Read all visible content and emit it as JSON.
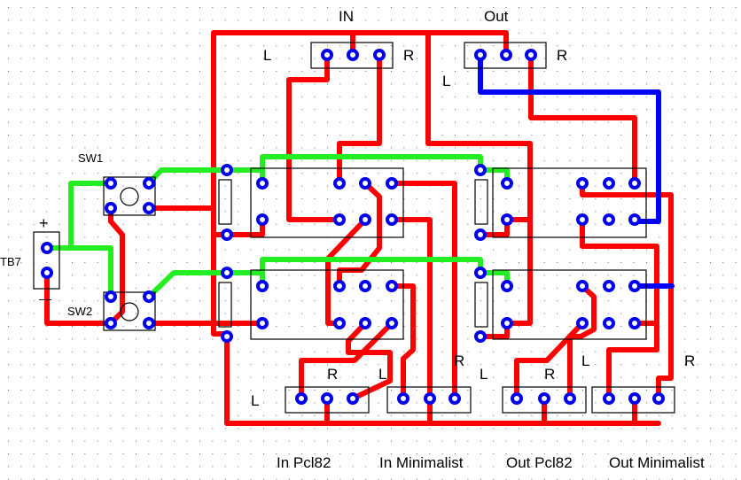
{
  "colors": {
    "trace_red": "#ff0000",
    "trace_green": "#22ee22",
    "trace_blue": "#0000ff",
    "pad": "#0000ee",
    "grid": "#555555",
    "marker": "#cc3333"
  },
  "labels": {
    "in": "IN",
    "out": "Out",
    "in_l": "L",
    "in_r": "R",
    "out_l": "L",
    "out_r": "R",
    "sw1": "SW1",
    "sw2": "SW2",
    "tb7": "TB7",
    "plus": "+",
    "minus": "—",
    "b1_l": "L",
    "b1_r": "R",
    "b2_l": "L",
    "b2_r": "R",
    "b3_l": "L",
    "b3_r": "R",
    "b4_l": "L",
    "b4_r": "R",
    "in_pcl82": "In Pcl82",
    "in_minimalist": "In Minimalist",
    "out_pcl82": "Out Pcl82",
    "out_minimalist": "Out Minimalist"
  }
}
